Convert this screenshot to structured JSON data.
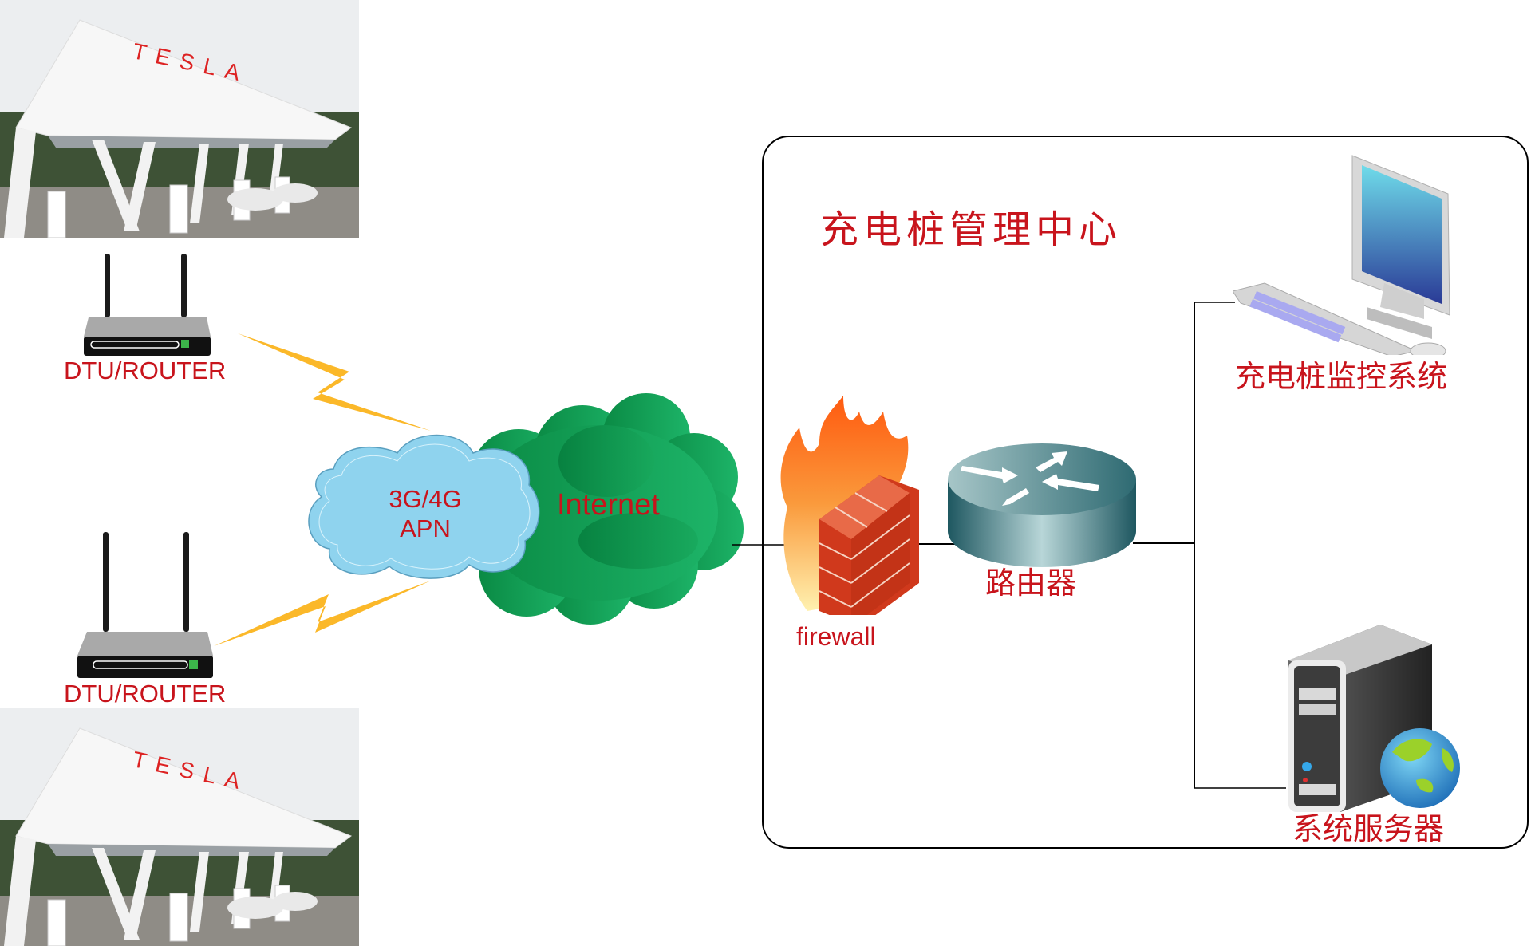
{
  "sites": [
    {
      "photo_sign": "TESLA",
      "device_label": "DTU/ROUTER"
    },
    {
      "photo_sign": "TESLA",
      "device_label": "DTU/ROUTER"
    }
  ],
  "networks": {
    "mobile_cloud": {
      "line1": "3G/4G",
      "line2": "APN"
    },
    "internet_cloud": {
      "label": "Internet"
    }
  },
  "center": {
    "title": "充电桩管理中心",
    "firewall_label": "firewall",
    "router_label": "路由器",
    "monitor_label": "充电桩监控系统",
    "server_label": "系统服务器"
  },
  "colors": {
    "label_red": "#c8141c",
    "bolt": "#fbb829",
    "mobile_cloud": "#8fd3ee",
    "internet_cloud": "#129c55"
  }
}
